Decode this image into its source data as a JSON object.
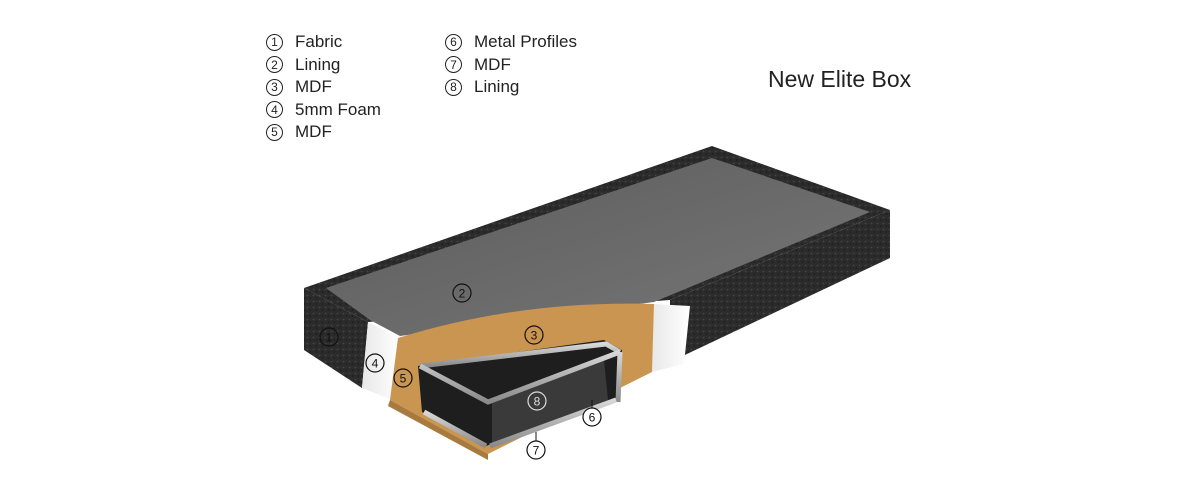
{
  "title": "New Elite Box",
  "legend": {
    "col1": [
      {
        "num": "1",
        "label": "Fabric"
      },
      {
        "num": "2",
        "label": "Lining"
      },
      {
        "num": "3",
        "label": "MDF"
      },
      {
        "num": "4",
        "label": "5mm Foam"
      },
      {
        "num": "5",
        "label": "MDF"
      }
    ],
    "col2": [
      {
        "num": "6",
        "label": "Metal Profiles"
      },
      {
        "num": "7",
        "label": "MDF"
      },
      {
        "num": "8",
        "label": "Lining"
      }
    ]
  },
  "callouts": {
    "c1": "1",
    "c2": "2",
    "c3": "3",
    "c4": "4",
    "c5": "5",
    "c6": "6",
    "c7": "7",
    "c8": "8"
  },
  "colors": {
    "fabric": "#2a2a2a",
    "top_lining": "#6a6a6a",
    "mdf": "#c99550",
    "foam": "#f2f2f2",
    "metal": "#b8b8b8",
    "interior": "#1e1e1e"
  }
}
